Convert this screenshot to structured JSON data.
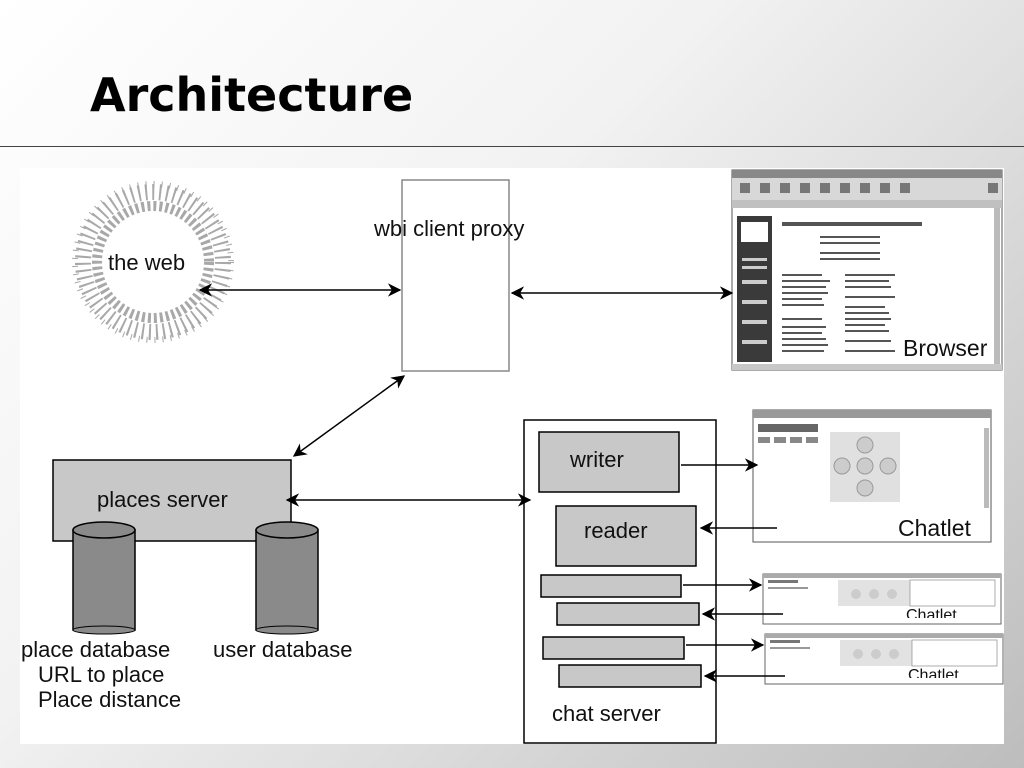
{
  "slide": {
    "title": "Architecture"
  },
  "diagram": {
    "the_web": "the web",
    "wbi_proxy": "wbi client proxy",
    "browser_label": "Browser",
    "places_server": "places server",
    "place_database": "place database",
    "url_to_place": "URL to place",
    "place_distance": "Place distance",
    "user_database": "user database",
    "writer": "writer",
    "reader": "reader",
    "chat_server": "chat server",
    "chatlet_main": "Chatlet",
    "chatlet_small_1": "Chatlet",
    "chatlet_small_2": "Chatlet"
  },
  "colors": {
    "box_fill": "#c8c8c8",
    "cylinder_fill": "#8a8a8a",
    "starburst": "#a8a8a8",
    "browser_dark": "#3a3a3a"
  }
}
